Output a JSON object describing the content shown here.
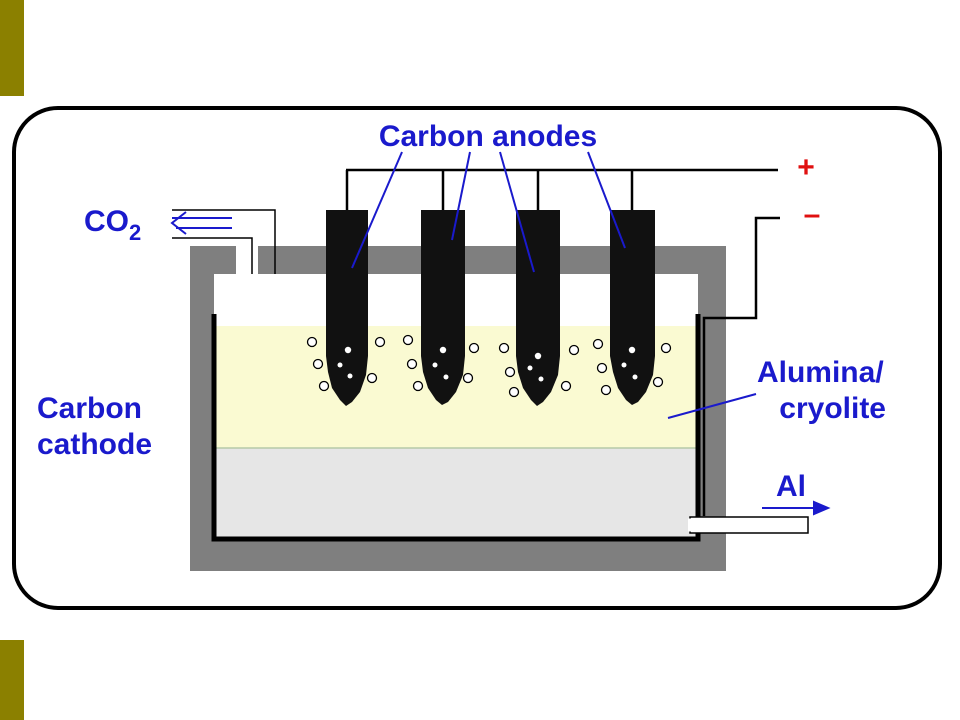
{
  "colors": {
    "accent_bar": "#8b8000",
    "label_blue": "#1a1acc",
    "terminal_red": "#e01010",
    "cell_gray": "#7f7f7f",
    "electrolyte": "#fafad2",
    "molten_aluminium": "#e6e6e6",
    "anode_black": "#111111"
  },
  "labels": {
    "carbon_anodes": "Carbon anodes",
    "co2_main": "CO",
    "co2_sub": "2",
    "plus": "+",
    "minus": "–",
    "cathode_line1": "Carbon",
    "cathode_line2": "cathode",
    "electrolyte_line1": "Alumina/",
    "electrolyte_line2": "cryolite",
    "aluminium": "Al"
  }
}
